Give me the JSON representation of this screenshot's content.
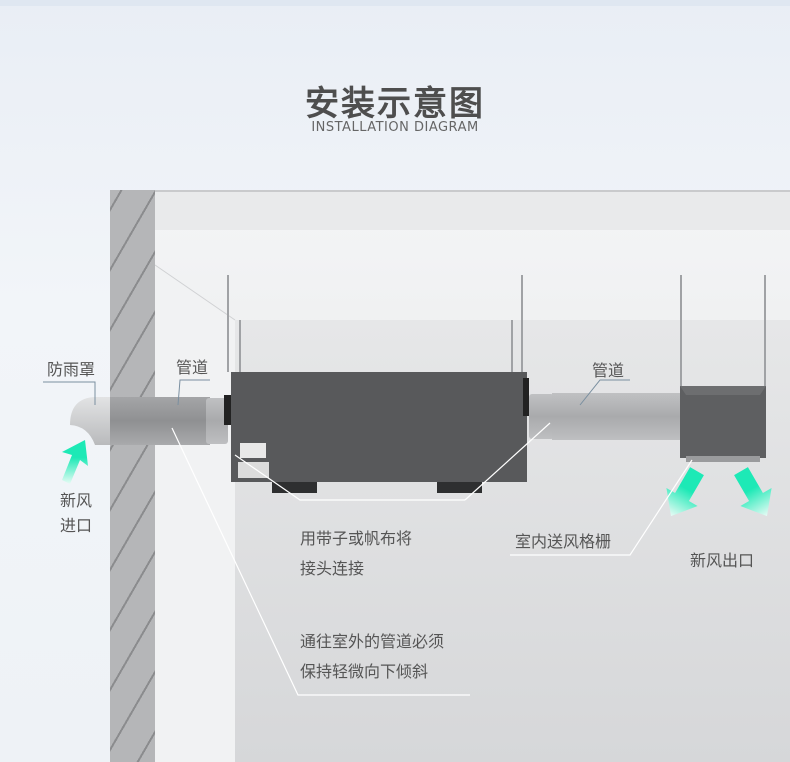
{
  "header": {
    "title": "安装示意图",
    "subtitle": "INSTALLATION DIAGRAM"
  },
  "labels": {
    "rain_hood": "防雨罩",
    "duct_left": "管道",
    "duct_right": "管道",
    "fresh_air_inlet_1": "新风",
    "fresh_air_inlet_2": "进口",
    "joint_note_1": "用带子或帆布将",
    "joint_note_2": "接头连接",
    "indoor_grille": "室内送风格栅",
    "fresh_air_outlet": "新风出口",
    "slope_note_1": "通往室外的管道必须",
    "slope_note_2": "保持轻微向下倾斜"
  },
  "colors": {
    "arrow": "#1de9b6",
    "unit": "#58595b"
  }
}
